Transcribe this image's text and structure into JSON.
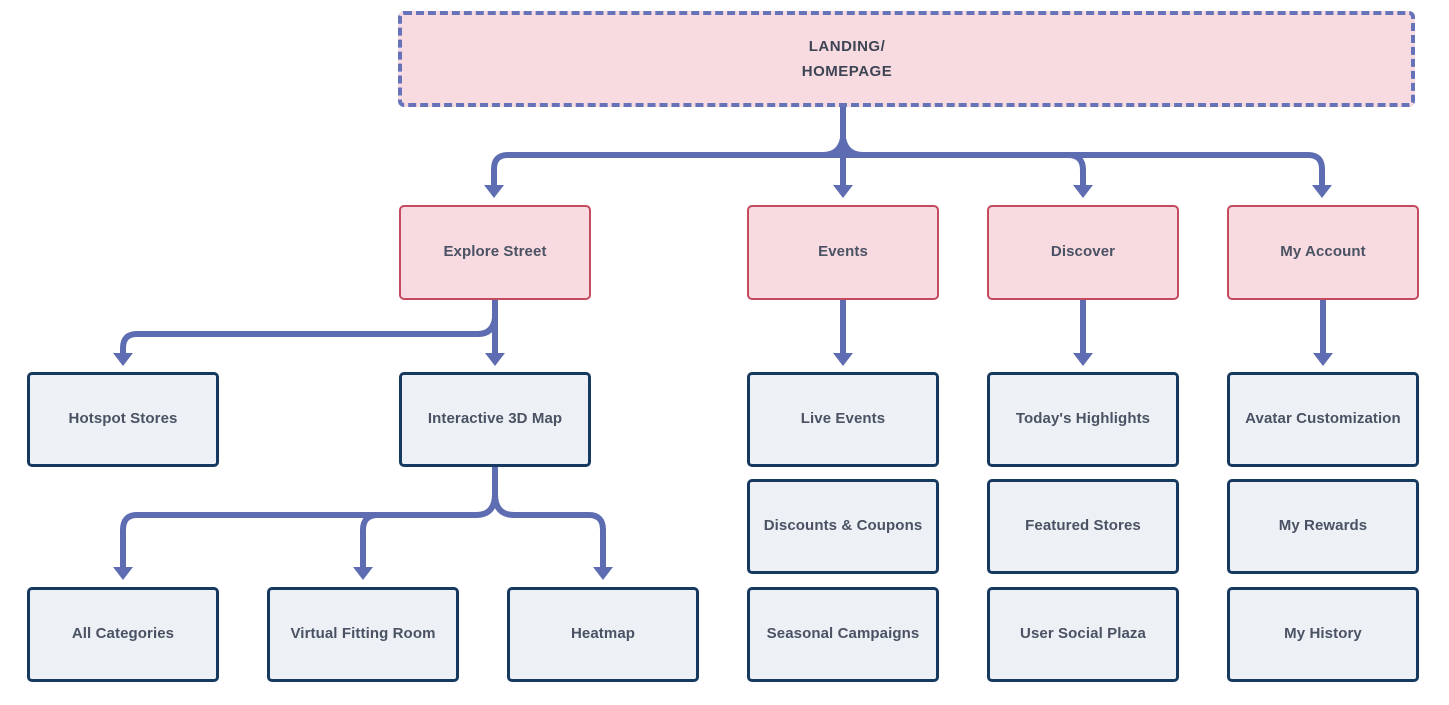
{
  "diagram_title": "Landing/Homepage sitemap flowchart",
  "colors": {
    "background": "#ffffff",
    "connector": "#5e6cb2",
    "pink_fill": "#f8dbe1",
    "pink_border": "#c44a60",
    "landing_border": "#6673b9",
    "node_fill": "#edf1f6",
    "node_border": "#16395f",
    "label_text": "#4a5263",
    "landing_text": "#3d4454"
  },
  "root": {
    "lines": [
      "LANDING/",
      "HOMEPAGE"
    ]
  },
  "sections": [
    {
      "label": "Explore Street",
      "children": [
        {
          "label": "Hotspot Stores"
        },
        {
          "label": "Interactive 3D Map",
          "children": [
            {
              "label": "All Categories"
            },
            {
              "label": "Virtual Fitting Room"
            },
            {
              "label": "Heatmap"
            }
          ]
        }
      ]
    },
    {
      "label": "Events",
      "children": [
        {
          "label": "Live Events"
        },
        {
          "label": "Discounts & Coupons"
        },
        {
          "label": "Seasonal Campaigns"
        }
      ]
    },
    {
      "label": "Discover",
      "children": [
        {
          "label": "Today's Highlights"
        },
        {
          "label": "Featured Stores"
        },
        {
          "label": "User Social Plaza"
        }
      ]
    },
    {
      "label": "My Account",
      "children": [
        {
          "label": "Avatar Customization"
        },
        {
          "label": "My Rewards"
        },
        {
          "label": "My History"
        }
      ]
    }
  ]
}
